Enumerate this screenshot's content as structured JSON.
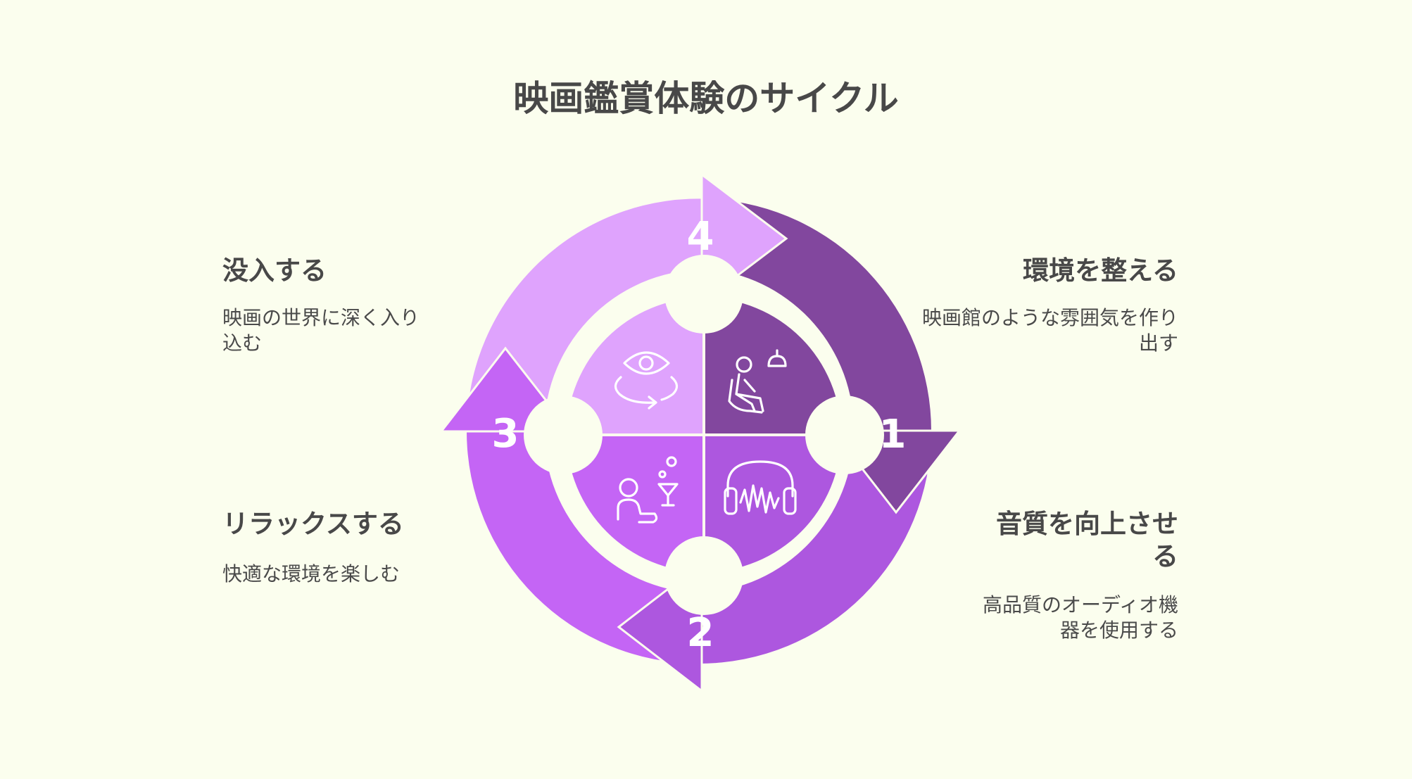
{
  "title": "映画鑑賞体験のサイクル",
  "steps": [
    {
      "number": "1",
      "title": "環境を整える",
      "description": "映画館のような雰囲気を作り出す",
      "color": "#82479e",
      "icon": "cinema-seat-icon"
    },
    {
      "number": "2",
      "title": "音質を向上させる",
      "description": "高品質のオーディオ機器を使用する",
      "color": "#ad57df",
      "icon": "headphones-icon"
    },
    {
      "number": "3",
      "title": "リラックスする",
      "description": "快適な環境を楽しむ",
      "color": "#c465f5",
      "icon": "relaxing-person-icon"
    },
    {
      "number": "4",
      "title": "没入する",
      "description": "映画の世界に深く入り込む",
      "color": "#dfa3fd",
      "icon": "immersive-eye-icon"
    }
  ],
  "colors": {
    "background": "#fbfeee",
    "text": "#484848"
  }
}
